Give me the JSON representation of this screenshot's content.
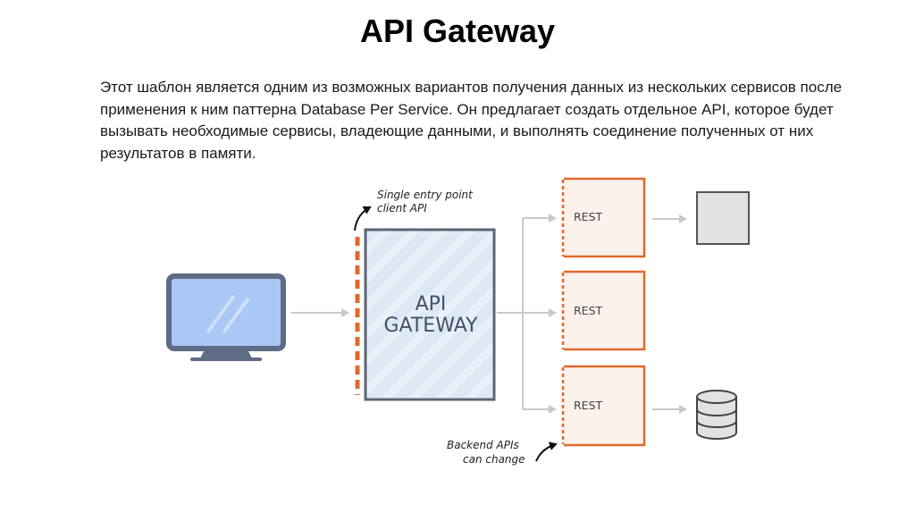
{
  "slide": {
    "title": "API Gateway",
    "description_lines": [
      "Этот шаблон является одним из возможных вариантов получения данных из нескольких сервисов после",
      "применения к ним паттерна Database Per Service. Он предлагает создать отдельное API, которое будет",
      "вызывать необходимые сервисы, владеющие данными, и выполнять соединение полученных от них",
      "результатов в памяти."
    ]
  },
  "diagram": {
    "client": {
      "icon": "monitor-icon"
    },
    "gateway": {
      "line1": "API",
      "line2": "GATEWAY"
    },
    "annotations": {
      "entry_line1": "Single entry point",
      "entry_line2": "client API",
      "backend_line1": "Backend APIs",
      "backend_line2": "can change"
    },
    "services": [
      {
        "label": "REST",
        "target": "service-box"
      },
      {
        "label": "REST",
        "target": "none"
      },
      {
        "label": "REST",
        "target": "database"
      }
    ],
    "colors": {
      "orange": "#e0692a",
      "gateway_fill": "#dce9f5",
      "gateway_border": "#5c6577",
      "monitor_screen": "#a9c8f5",
      "monitor_frame": "#5f6c86",
      "rest_fill": "#fdf1ec",
      "arrow": "#c9c9c9",
      "gray_box": "#e2e2e2"
    }
  }
}
